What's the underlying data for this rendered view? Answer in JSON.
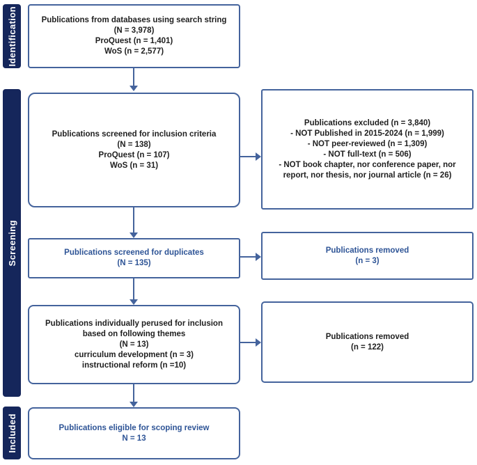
{
  "palette": {
    "background": "#ffffff",
    "sidebar_bg": "#15265B",
    "sidebar_text": "#ffffff",
    "box_border": "#44639C",
    "arrow": "#44639C",
    "text_dark": "#1f1f1f",
    "text_blue": "#2E5496"
  },
  "stages": {
    "identification": "Identification",
    "screening": "Screening",
    "included": "Included"
  },
  "boxes": {
    "source": {
      "lines": [
        "Publications from databases using search string",
        "(N = 3,978)",
        "ProQuest (n = 1,401)",
        "WoS (n = 2,577)"
      ]
    },
    "screened_inclusion": {
      "lines": [
        "Publications screened for inclusion criteria",
        "(N = 138)",
        "ProQuest (n = 107)",
        "WoS (n = 31)"
      ]
    },
    "excluded": {
      "lines": [
        "Publications excluded (n = 3,840)",
        "- NOT Published in 2015-2024 (n = 1,999)",
        "- NOT peer-reviewed (n = 1,309)",
        "- NOT full-text (n = 506)",
        "- NOT book chapter, nor conference paper, nor report, nor thesis, nor journal article (n = 26)"
      ]
    },
    "duplicates": {
      "lines": [
        "Publications screened for duplicates",
        "(N = 135)"
      ]
    },
    "removed_duplicates": {
      "lines": [
        "Publications removed",
        "(n = 3)"
      ]
    },
    "perused": {
      "lines": [
        "Publications individually perused for inclusion",
        "based on following themes",
        "(N = 13)",
        "curriculum development (n = 3)",
        "instructional reform (n =10)"
      ]
    },
    "removed_themes": {
      "lines": [
        "Publications removed",
        "(n = 122)"
      ]
    },
    "eligible": {
      "lines": [
        "Publications eligible for scoping review",
        "N = 13"
      ]
    }
  }
}
